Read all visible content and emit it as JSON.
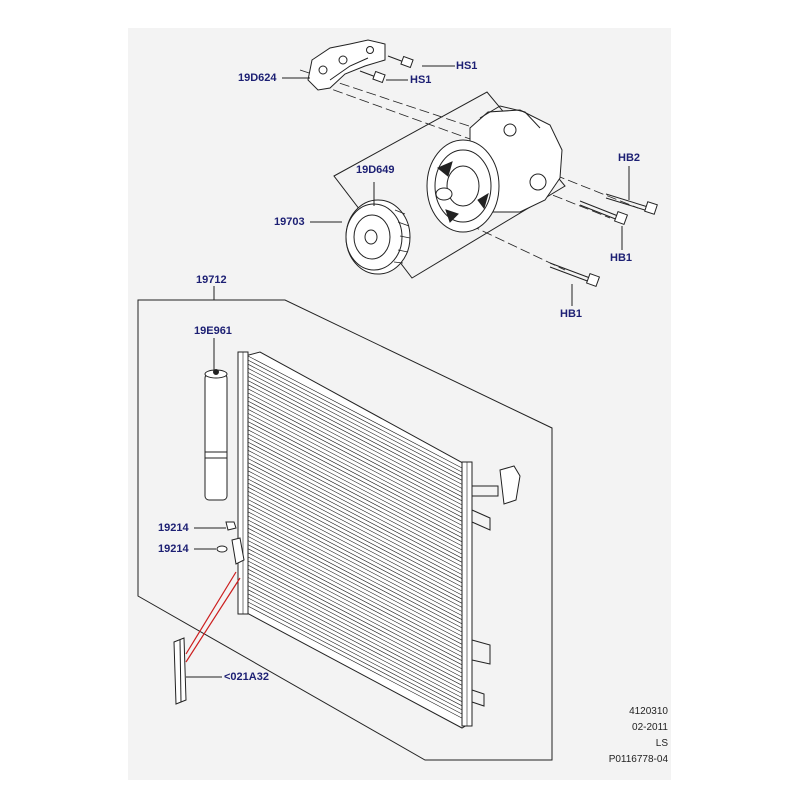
{
  "callouts": {
    "c_19D624": "19D624",
    "c_HS1_top": "HS1",
    "c_HS1_bottom": "HS1",
    "c_19D649": "19D649",
    "c_19703": "19703",
    "c_HB2": "HB2",
    "c_HB1_right": "HB1",
    "c_HB1_lower": "HB1",
    "c_19712": "19712",
    "c_19E961": "19E961",
    "c_19214_a": "19214",
    "c_19214_b": "19214",
    "c_021A32": "<021A32"
  },
  "meta": {
    "code": "4120310",
    "date": "02-2011",
    "model": "LS",
    "ref": "P0116778-04"
  },
  "colors": {
    "callout_text": "#1c1f73",
    "frame_bg": "#f3f3f3",
    "leader_red": "#cc1e1e",
    "line": "#222222"
  }
}
